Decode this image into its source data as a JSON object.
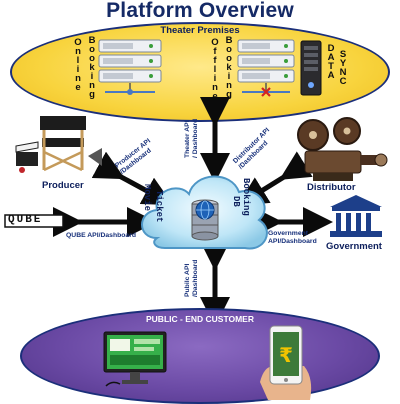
{
  "title": "Platform Overview",
  "theater": {
    "label": "Theater Premises",
    "online_booking": [
      "Online",
      "Booking"
    ],
    "offline_booking": [
      "Offline",
      "Booking"
    ],
    "data_sync": [
      "DATA",
      "SYNC"
    ]
  },
  "cloud": {
    "movie_ticket": [
      "Movie",
      "Ticket"
    ],
    "booking_db": [
      "Booking",
      "DB"
    ]
  },
  "producer": {
    "label": "Producer",
    "api": [
      "Producer API",
      "/Dashboard"
    ]
  },
  "distributor": {
    "label": "Distributor",
    "api": [
      "Distributor API",
      "/Dashboard"
    ]
  },
  "theater_api": [
    "Theater API",
    "/ Dashboard"
  ],
  "qube": {
    "label": "QUBE",
    "api": "QUBE API/Dashboard"
  },
  "government": {
    "label": "Government",
    "api": [
      "Government",
      "API/Dashboard"
    ]
  },
  "public_api": [
    "Pubilc API",
    "/Dashboard"
  ],
  "public": {
    "label": "PUBLIC - END CUSTOMER"
  },
  "colors": {
    "title": "#152a66",
    "theater_fill": "#f8d43e",
    "public_fill": "#6b4aa5",
    "cloud_fill": "#bfe6f7",
    "arrow": "#0b0b0b",
    "outline": "#1b2f7a"
  }
}
